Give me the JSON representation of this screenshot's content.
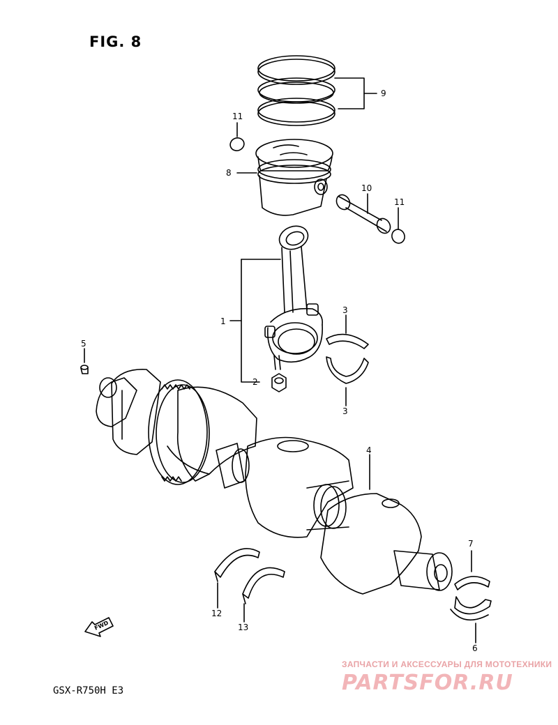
{
  "figure_label": "FIG. 8",
  "model_label": "GSX-R750H  E3",
  "watermark": {
    "tagline": "ЗАПЧАСТИ И АКСЕССУАРЫ ДЛЯ МОТОТЕХНИКИ",
    "brand": "PARTSFOR.RU"
  },
  "fwd_label": "FWD",
  "callouts": [
    "9",
    "11",
    "8",
    "10",
    "11",
    "1",
    "3",
    "2",
    "3",
    "5",
    "4",
    "7",
    "12",
    "13",
    "6"
  ]
}
